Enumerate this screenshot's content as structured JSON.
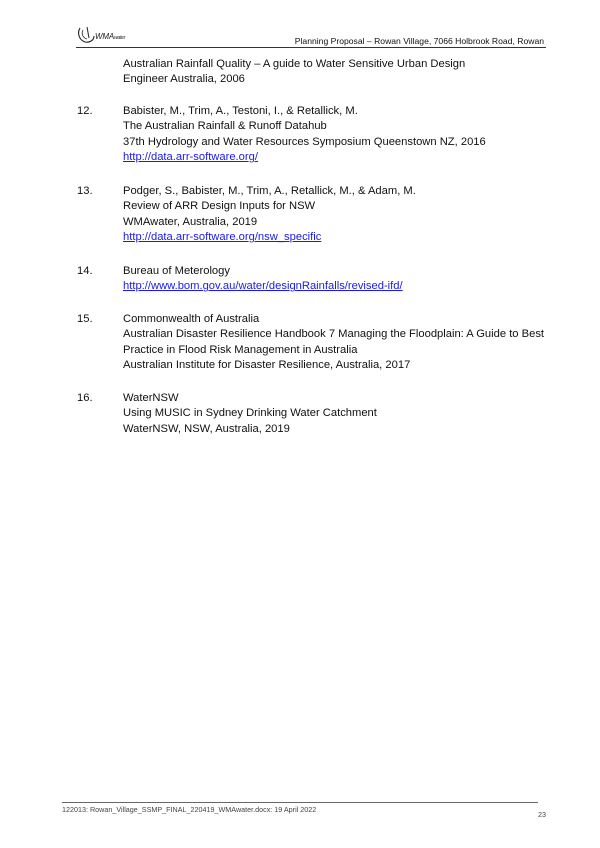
{
  "header": {
    "logo_main": "WMA",
    "logo_sub": "water",
    "title": "Planning Proposal – Rowan Village, 7066 Holbrook Road, Rowan"
  },
  "references": {
    "continued": {
      "lines": [
        "Australian Rainfall Quality – A guide to Water Sensitive Urban Design",
        "Engineer Australia, 2006"
      ]
    },
    "ref12": {
      "number": "12.",
      "lines": [
        "Babister, M., Trim, A., Testoni, I., & Retallick, M.",
        "The Australian Rainfall & Runoff Datahub",
        "37th Hydrology and Water Resources Symposium Queenstown NZ, 2016"
      ],
      "link": "http://data.arr-software.org/"
    },
    "ref13": {
      "number": "13.",
      "lines": [
        "Podger, S., Babister, M., Trim, A., Retallick, M., & Adam, M.",
        "Review of ARR Design Inputs for NSW",
        "WMAwater, Australia, 2019"
      ],
      "link": "http://data.arr-software.org/nsw_specific"
    },
    "ref14": {
      "number": "14.",
      "lines": [
        "Bureau of Meterology"
      ],
      "link": "http://www.bom.gov.au/water/designRainfalls/revised-ifd/"
    },
    "ref15": {
      "number": "15.",
      "lines": [
        "Commonwealth of Australia",
        "Australian Disaster Resilience Handbook 7 Managing the Floodplain: A Guide to Best",
        "Practice in Flood Risk Management in Australia",
        "Australian Institute for Disaster Resilience, Australia, 2017"
      ]
    },
    "ref16": {
      "number": "16.",
      "lines": [
        "WaterNSW",
        "Using MUSIC in Sydney Drinking Water Catchment",
        "WaterNSW, NSW, Australia, 2019"
      ]
    }
  },
  "footer": {
    "document": "122013: Rowan_Village_SSMP_FINAL_220419_WMAwater.docx: 19 April 2022",
    "page_number": "23"
  }
}
